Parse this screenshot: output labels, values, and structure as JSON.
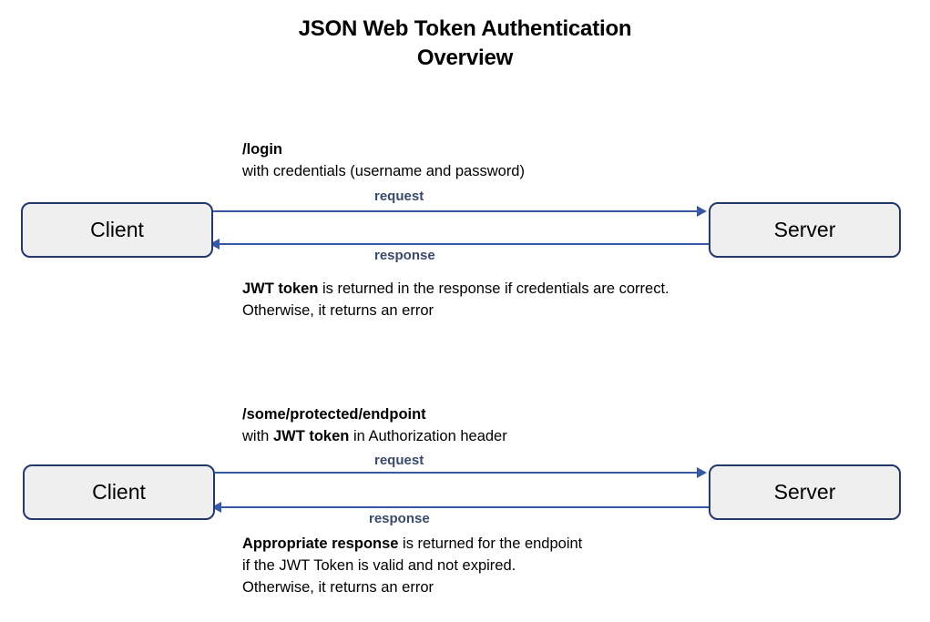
{
  "diagram": {
    "title_line1": "JSON Web Token Authentication",
    "title_line2": "Overview",
    "colors": {
      "node_fill": "#efefef",
      "node_border": "#23386b",
      "arrow": "#3758a5",
      "arrow_label": "#3a4a6b",
      "text": "#000000"
    }
  },
  "flows": [
    {
      "id": "login-flow",
      "client_label": "Client",
      "server_label": "Server",
      "request_label": "request",
      "response_label": "response",
      "note_top": {
        "line1_bold": "/login",
        "line2_plain": "with credentials (username and password)"
      },
      "note_bottom": {
        "line1_bold": "JWT token",
        "line1_plain": " is returned in the response if credentials are correct.",
        "line2_plain": "Otherwise, it returns an error"
      }
    },
    {
      "id": "protected-endpoint-flow",
      "client_label": "Client",
      "server_label": "Server",
      "request_label": "request",
      "response_label": "response",
      "note_top": {
        "line1_bold": "/some/protected/endpoint",
        "line2_pre": "with ",
        "line2_bold": "JWT token",
        "line2_post": " in Authorization header"
      },
      "note_bottom": {
        "line1_bold": "Appropriate response",
        "line1_plain": " is returned for the endpoint",
        "line2_plain": "if the JWT Token is  valid and not expired.",
        "line3_plain": "Otherwise, it returns an error"
      }
    }
  ]
}
